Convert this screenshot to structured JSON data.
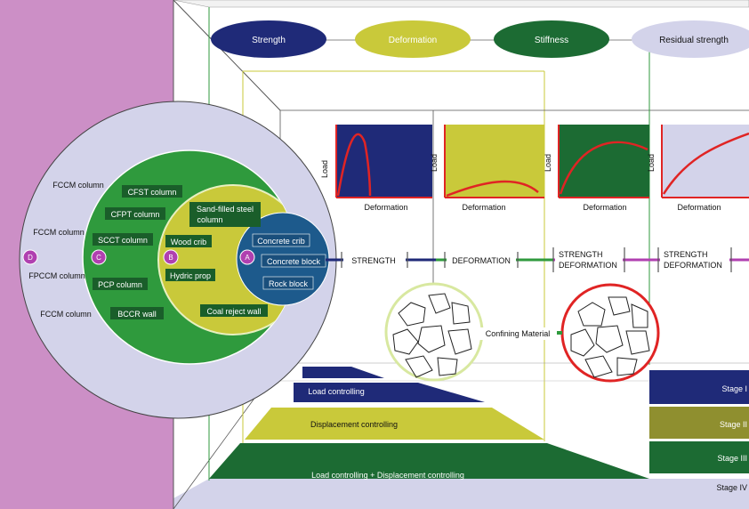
{
  "properties": {
    "strength": "Strength",
    "deformation": "Deformation",
    "stiffness": "Stiffness",
    "residual": "Residual strength"
  },
  "circles": {
    "outer_left": [
      "FCCM column",
      "FCCM column",
      "FPCCM column",
      "FCCM column"
    ],
    "green": [
      "CFST column",
      "CFPT column",
      "SCCT column",
      "PCP column",
      "BCCR wall"
    ],
    "yellow": [
      "Sand-filled steel",
      "column",
      "Wood crib",
      "Hydric prop",
      "Coal reject wall"
    ],
    "blue": [
      "Concrete crib",
      "Concrete block",
      "Rock block"
    ],
    "markers": [
      "D",
      "C",
      "B",
      "A"
    ]
  },
  "charts": {
    "ylabel": "Load",
    "xlabel": "Deformation"
  },
  "modes": {
    "strength": "STRENGTH",
    "deformation": "DEFORMATION",
    "sd1_line1": "STRENGTH",
    "sd1_line2": "DEFORMATION",
    "sd2_line1": "STRENGTH",
    "sd2_line2": "DEFORMATION"
  },
  "confining_label": "Confining Material",
  "control": {
    "load": "Load controlling",
    "displacement": "Displacement controlling",
    "combined": "Load controlling + Displacement controlling"
  },
  "stages": [
    "Stage I",
    "Stage II",
    "Stage III",
    "Stage IV"
  ],
  "colors": {
    "navy": "#1f2a78",
    "olive": "#c9c93a",
    "green": "#1c6b33",
    "lavender": "#d3d3ea",
    "pink": "#cc8fc6",
    "bright_green": "#2f9a3d",
    "red": "#e02424"
  }
}
